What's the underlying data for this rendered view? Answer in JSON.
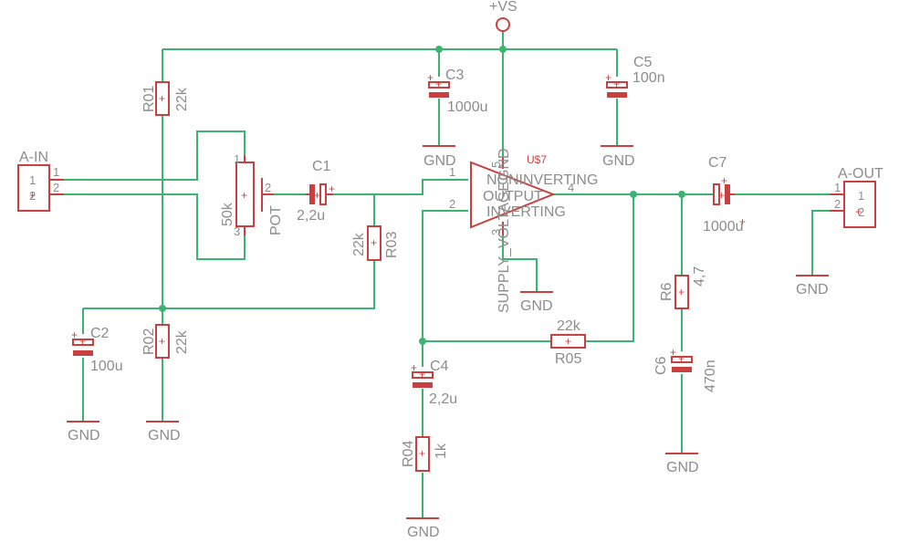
{
  "supply": {
    "label": "+VS"
  },
  "ground": {
    "label": "GND"
  },
  "connectors": {
    "in": {
      "name": "A-IN",
      "pin1": "1",
      "pin2": "2",
      "plus": "+"
    },
    "out": {
      "name": "A-OUT",
      "pin1": "1",
      "pin2": "2",
      "plus": "+"
    }
  },
  "resistors": {
    "r01": {
      "name": "R01",
      "value": "22k"
    },
    "r02": {
      "name": "R02",
      "value": "22k"
    },
    "r03": {
      "name": "R03",
      "value": "22k"
    },
    "r04": {
      "name": "R04",
      "value": "1k"
    },
    "r05": {
      "name": "R05",
      "value": "22k"
    },
    "r6": {
      "name": "R6",
      "value": "4,7"
    }
  },
  "capacitors": {
    "c1": {
      "name": "C1",
      "value": "2,2u"
    },
    "c2": {
      "name": "C2",
      "value": "100u"
    },
    "c3": {
      "name": "C3",
      "value": "1000u"
    },
    "c4": {
      "name": "C4",
      "value": "2,2u"
    },
    "c5": {
      "name": "C5",
      "value": "100n"
    },
    "c6": {
      "name": "C6",
      "value": "470n"
    },
    "c7": {
      "name": "C7",
      "value": "1000u"
    }
  },
  "pot": {
    "name": "POT",
    "value": "50k",
    "pin1": "1",
    "pin2": "2",
    "pin3": "3"
  },
  "opamp": {
    "name": "U$7",
    "pin_noninv": "1",
    "pin_inv": "2",
    "pin_out": "4",
    "pin_vs": "5",
    "pin_gnd": "3",
    "label_noninv": "NONINVERTING",
    "label_out": "OUTPUT",
    "label_inv": "INVERTING",
    "label_supply": "SUPPLY_VOLTAGE",
    "label_gnd": "GND"
  },
  "polarity_mark": "+"
}
